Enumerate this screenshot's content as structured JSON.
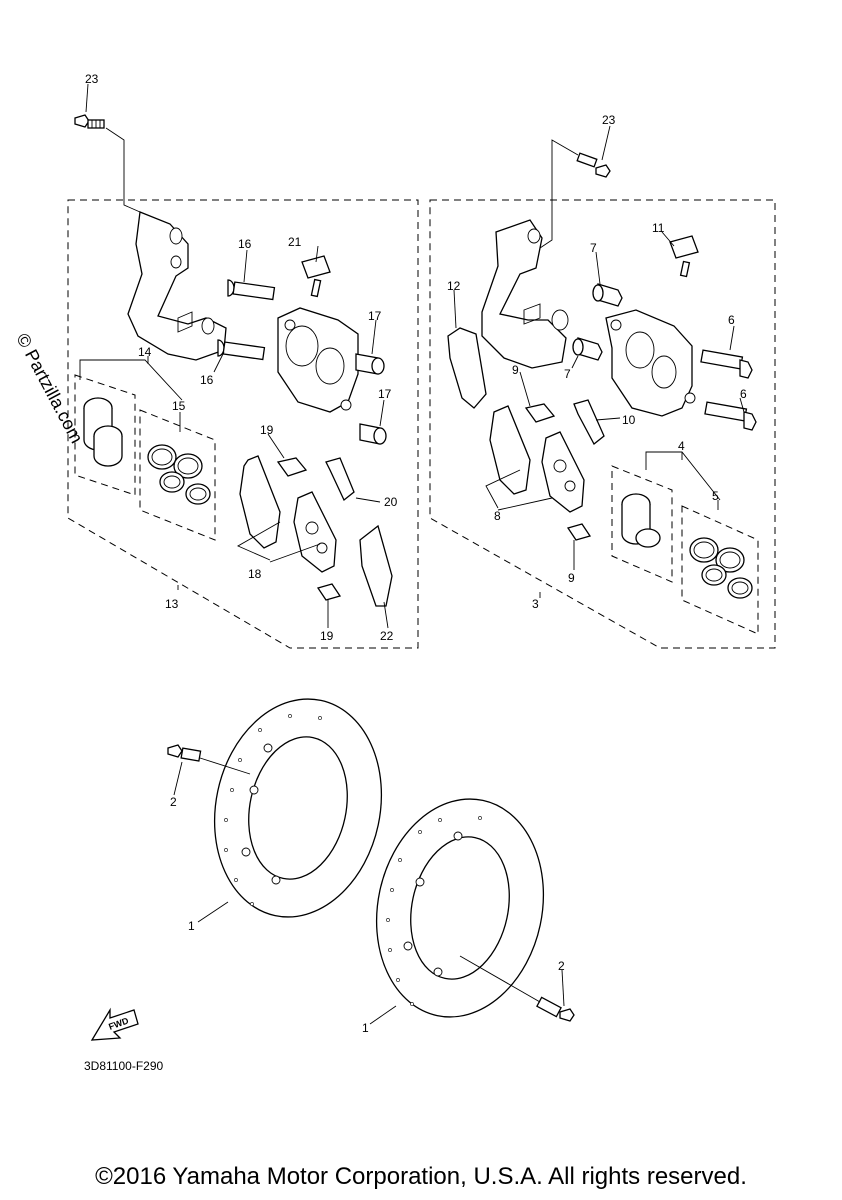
{
  "diagram": {
    "drawing_code": "3D81100-F290",
    "fwd_label": "FWD",
    "copyright": "©2016 Yamaha Motor Corporation, U.S.A. All rights reserved.",
    "watermark": "© Partzilla.com",
    "callouts": {
      "c1a": "1",
      "c1b": "1",
      "c2a": "2",
      "c2b": "2",
      "c3": "3",
      "c4": "4",
      "c5": "5",
      "c6a": "6",
      "c6b": "6",
      "c7a": "7",
      "c7b": "7",
      "c8": "8",
      "c9a": "9",
      "c9b": "9",
      "c10": "10",
      "c11": "11",
      "c12": "12",
      "c13": "13",
      "c14": "14",
      "c15": "15",
      "c16a": "16",
      "c16b": "16",
      "c17a": "17",
      "c17b": "17",
      "c18": "18",
      "c19a": "19",
      "c19b": "19",
      "c20": "20",
      "c21": "21",
      "c22": "22",
      "c23a": "23",
      "c23b": "23"
    }
  }
}
